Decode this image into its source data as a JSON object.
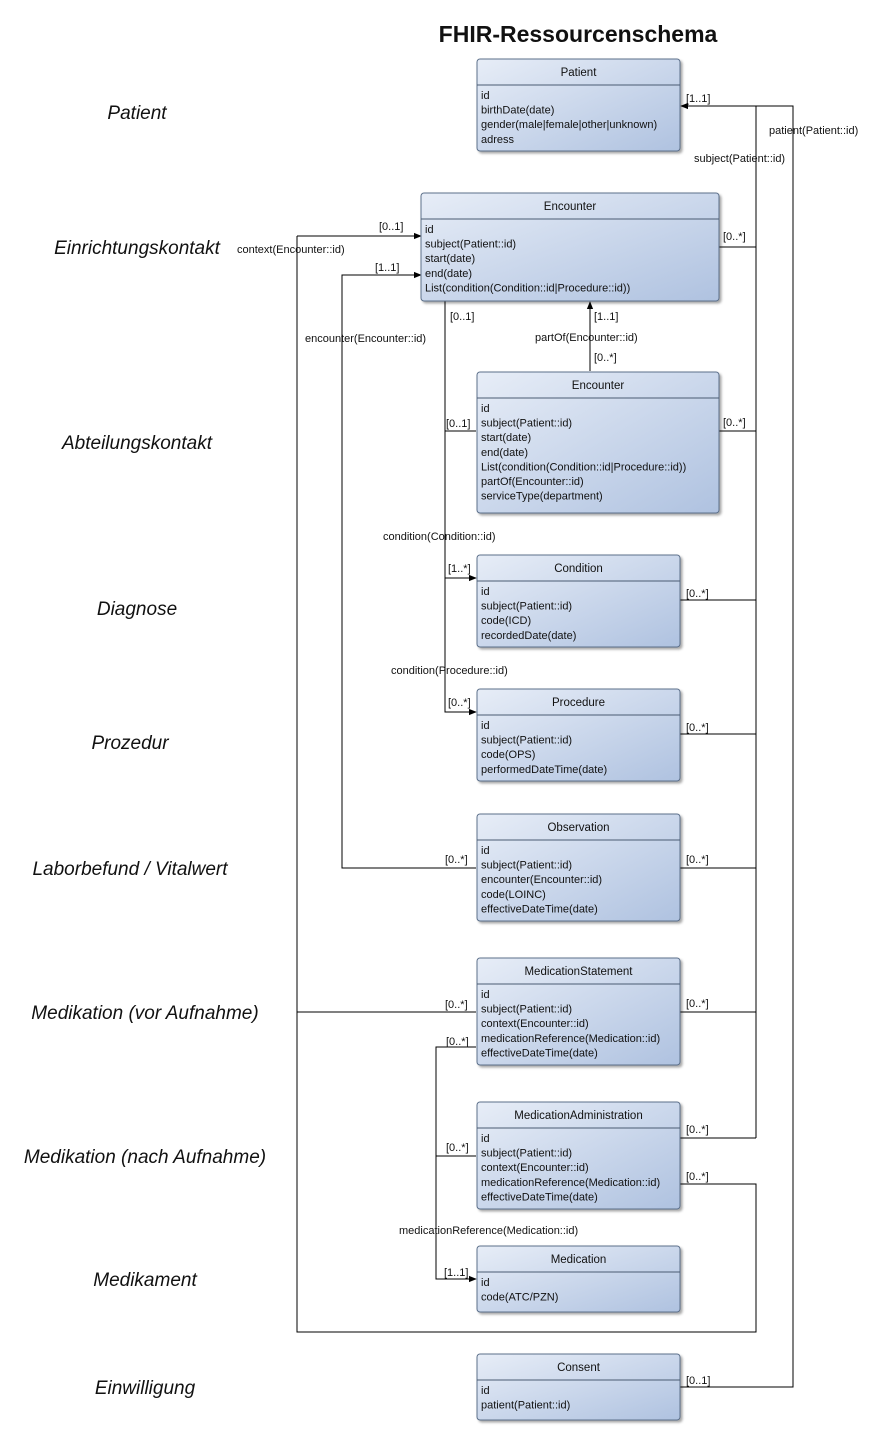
{
  "title": "FHIR-Ressourcenschema",
  "row_labels": [
    "Patient",
    "Einrichtungskontakt",
    "Abteilungskontakt",
    "Diagnose",
    "Prozedur",
    "Laborbefund / Vitalwert",
    "Medikation (vor Aufnahme)",
    "Medikation (nach Aufnahme)",
    "Medikament",
    "Einwilligung"
  ],
  "classes": [
    {
      "id": "patient",
      "name": "Patient",
      "attributes": [
        "id",
        "birthDate(date)",
        "gender(male|female|other|unknown)",
        "adress"
      ]
    },
    {
      "id": "encounter_facility",
      "name": "Encounter",
      "attributes": [
        "id",
        "subject(Patient::id)",
        "start(date)",
        "end(date)",
        "List(condition(Condition::id|Procedure::id))"
      ]
    },
    {
      "id": "encounter_department",
      "name": "Encounter",
      "attributes": [
        "id",
        "subject(Patient::id)",
        "start(date)",
        "end(date)",
        "List(condition(Condition::id|Procedure::id))",
        "partOf(Encounter::id)",
        "serviceType(department)"
      ]
    },
    {
      "id": "condition",
      "name": "Condition",
      "attributes": [
        "id",
        "subject(Patient::id)",
        "code(ICD)",
        "recordedDate(date)"
      ]
    },
    {
      "id": "procedure",
      "name": "Procedure",
      "attributes": [
        "id",
        "subject(Patient::id)",
        "code(OPS)",
        "performedDateTime(date)"
      ]
    },
    {
      "id": "observation",
      "name": "Observation",
      "attributes": [
        "id",
        "subject(Patient::id)",
        "encounter(Encounter::id)",
        "code(LOINC)",
        "effectiveDateTime(date)"
      ]
    },
    {
      "id": "medication_statement",
      "name": "MedicationStatement",
      "attributes": [
        "id",
        "subject(Patient::id)",
        "context(Encounter::id)",
        "medicationReference(Medication::id)",
        "effectiveDateTime(date)"
      ]
    },
    {
      "id": "medication_administration",
      "name": "MedicationAdministration",
      "attributes": [
        "id",
        "subject(Patient::id)",
        "context(Encounter::id)",
        "medicationReference(Medication::id)",
        "effectiveDateTime(date)"
      ]
    },
    {
      "id": "medication",
      "name": "Medication",
      "attributes": [
        "id",
        "code(ATC/PZN)"
      ]
    },
    {
      "id": "consent",
      "name": "Consent",
      "attributes": [
        "id",
        "patient(Patient::id)"
      ]
    }
  ],
  "edge_labels": {
    "subject": "subject(Patient::id)",
    "patient": "patient(Patient::id)",
    "context": "context(Encounter::id)",
    "encounter": "encounter(Encounter::id)",
    "partOf": "partOf(Encounter::id)",
    "condition_condition": "condition(Condition::id)",
    "condition_procedure": "condition(Procedure::id)",
    "medicationReference": "medicationReference(Medication::id)"
  },
  "multiplicities": {
    "patient_subject": "[1..1]",
    "facility_subject": "[0..*]",
    "facility_context": "[0..1]",
    "facility_encounter": "[1..1]",
    "facility_condition_src": "[0..1]",
    "facility_partof": "[1..1]",
    "department_partof": "[0..*]",
    "department_subject": "[0..*]",
    "department_condition_src": "[0..1]",
    "condition_target": "[1..*]",
    "condition_subject": "[0..*]",
    "procedure_target": "[0..*]",
    "procedure_subject": "[0..*]",
    "observation_encounter": "[0..*]",
    "observation_subject": "[0..*]",
    "medstatement_context": "[0..*]",
    "medstatement_subject": "[0..*]",
    "medstatement_medref": "[0..*]",
    "medadmin_medref": "[0..*]",
    "medadmin_subject": "[0..*]",
    "medadmin_context": "[0..*]",
    "medication_target": "[1..1]",
    "consent_patient": "[0..1]"
  }
}
